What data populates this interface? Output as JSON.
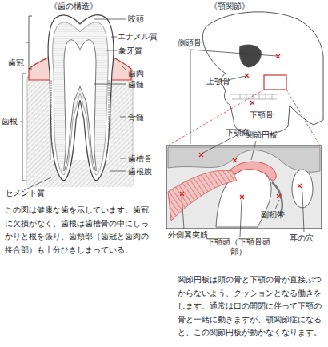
{
  "diagram": {
    "labels": [
      "《歯の構造》",
      "《顎関節》",
      "咬頭",
      "エナメル質",
      "象牙質",
      "歯肉",
      "歯髄",
      "歯冠",
      "骨髄",
      "歯根",
      "歯槽骨",
      "歯根膜",
      "セメント質",
      "この図は健康な歯を示しています。歯冠に欠損がなく、歯根は歯槽骨の中にしっかりと根を張り、歯頸部（歯冠と歯肉の接合部）も十分ひきしまっている。",
      "側頭骨",
      "上顎骨",
      "下顎骨",
      "下顎窩",
      "関節円板",
      "外側翼突筋",
      "下顎頭（下顎骨頭部）",
      "副靭帯",
      "耳の穴",
      "関節円板は頭の骨と下顎の骨が直接ぶつからないよう、クッションとなる働きをします。通常は口の開閉に伴って下顎の骨と一緒に動きますが、顎関節症になると、この関節円板が動かなくなります。"
    ]
  }
}
